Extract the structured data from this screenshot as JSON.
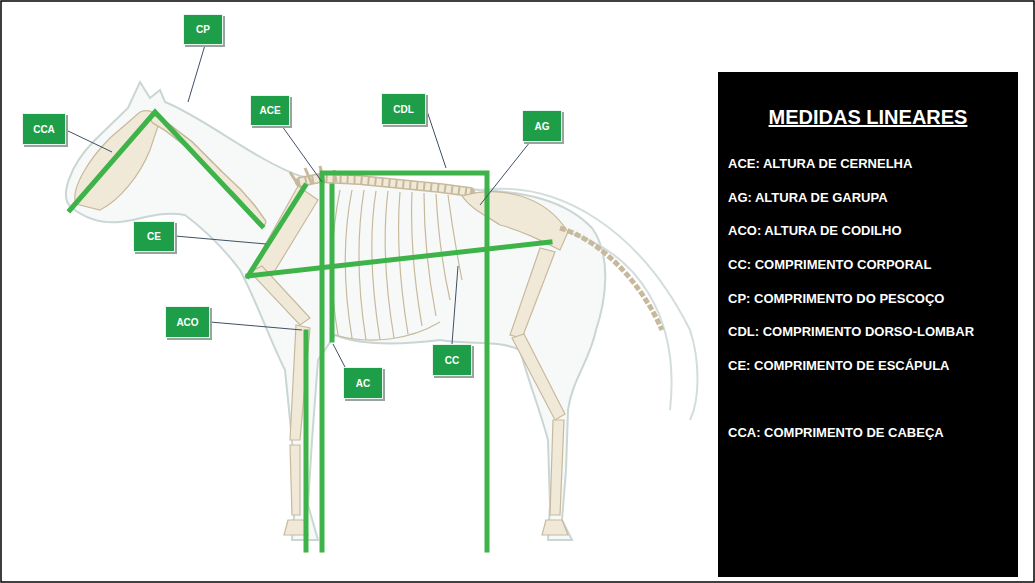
{
  "diagram": {
    "nodes": [
      {
        "text": [
          "CP"
        ]
      },
      {
        "text": [
          "CCA"
        ]
      },
      {
        "text": [
          "ACE"
        ]
      },
      {
        "text": [
          "CDL"
        ]
      },
      {
        "text": [
          "AG"
        ]
      },
      {
        "text": [
          "CE"
        ]
      },
      {
        "text": [
          "ACO"
        ]
      },
      {
        "text": [
          "CC"
        ]
      },
      {
        "text": [
          "AC"
        ]
      },
      {
        "text": [
          "MEDIDAS LINEARES",
          "ACE: ALTURA DE CERNELHA",
          "AG: ALTURA DE GARUPA",
          "ACO: ALTURA DE CODILHO",
          "CC: COMPRIMENTO CORPORAL",
          "CP: COMPRIMENTO DO PESCOÇO",
          "CDL: COMPRIMENTO DORSO-LOMBAR",
          "CE: COMPRIMENTO DE ESCÁPULA",
          "CCA: COMPRIMENTO DE CABEÇA"
        ]
      }
    ]
  }
}
